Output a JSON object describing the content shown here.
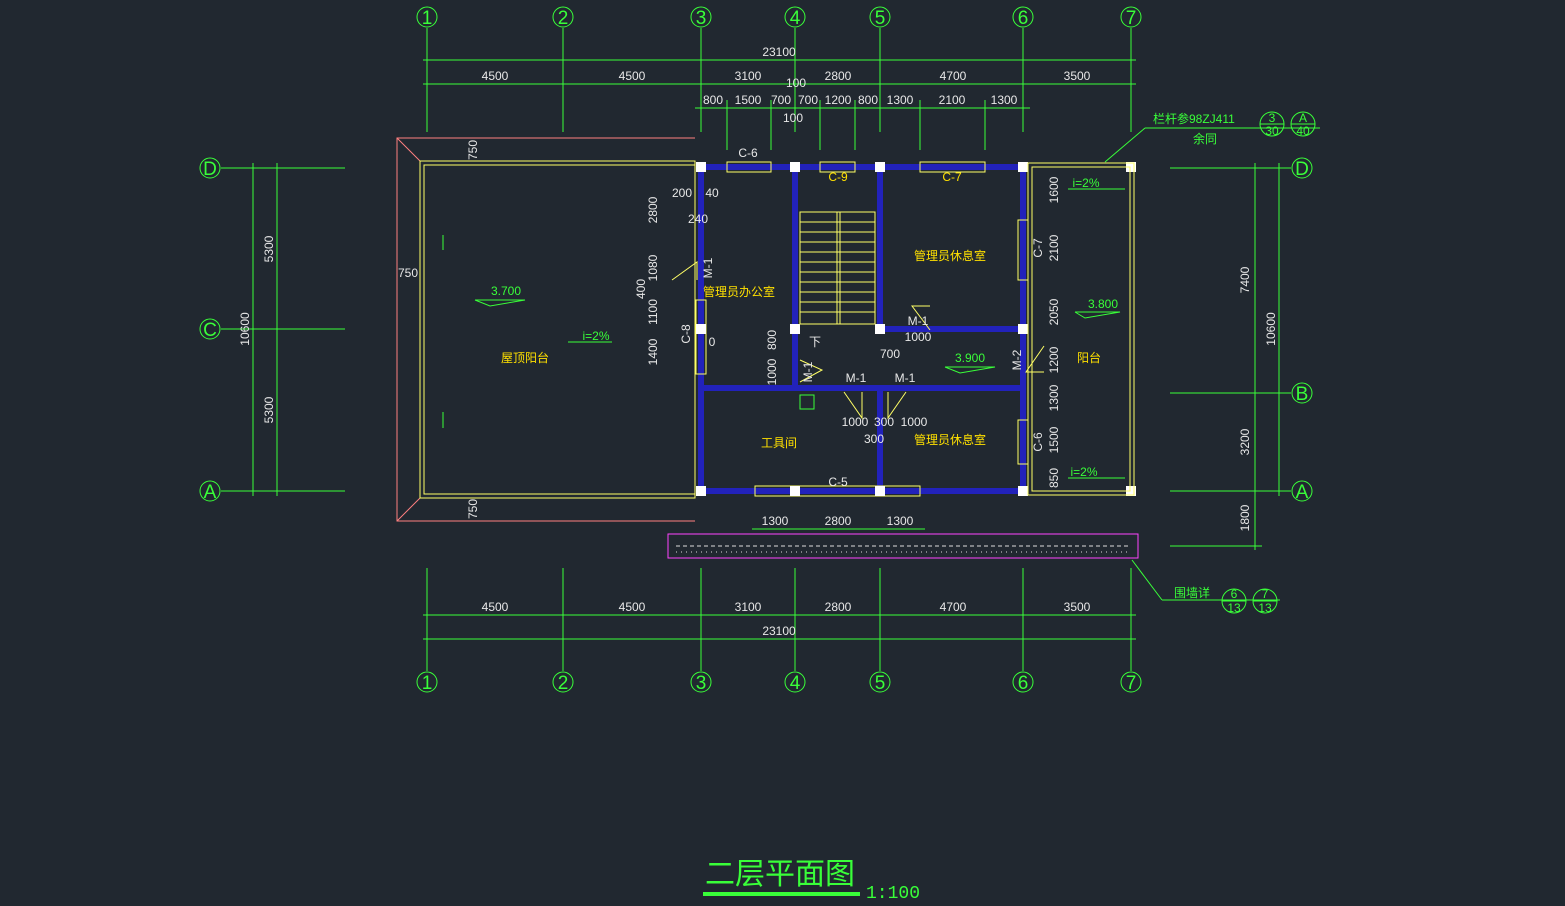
{
  "drawing": {
    "title": "二层平面图",
    "scale": "1:100",
    "axes_x": [
      "1",
      "2",
      "3",
      "4",
      "5",
      "6",
      "7"
    ],
    "axes_y": [
      "D",
      "C",
      "B",
      "A"
    ],
    "dims_top_total": "23100",
    "dims_top_bays": [
      "4500",
      "4500",
      "3100",
      "2800",
      "4700",
      "3500"
    ],
    "dims_top_detail": [
      "800",
      "1500",
      "700",
      "700",
      "1200",
      "800",
      "1300",
      "2100",
      "1300"
    ],
    "dims_top_small": [
      "100",
      "100"
    ],
    "dims_bottom_total": "23100",
    "dims_bottom_bays": [
      "4500",
      "4500",
      "3100",
      "2800",
      "4700",
      "3500"
    ],
    "dims_bottom_detail": [
      "1300",
      "2800",
      "1300"
    ],
    "dims_left": [
      "5300",
      "5300",
      "10600"
    ],
    "dims_right": [
      "7400",
      "3200",
      "10600",
      "1800"
    ],
    "dims_misc": [
      "750",
      "750",
      "750",
      "2800",
      "200",
      "40",
      "240",
      "1080",
      "400",
      "1100",
      "1400",
      "0",
      "800",
      "1000",
      "700",
      "1000",
      "1600",
      "2100",
      "2050",
      "1200",
      "1300",
      "1500",
      "850",
      "1000",
      "300",
      "1000",
      "300"
    ],
    "rooms": {
      "roof_terrace": "屋顶阳台",
      "office": "管理员办公室",
      "rest_room_upper": "管理员休息室",
      "rest_room_lower": "管理员休息室",
      "tool_room": "工具间",
      "balcony": "阳台",
      "down": "下"
    },
    "levels": [
      "3.700",
      "3.800",
      "3.900"
    ],
    "slopes": [
      "i=2%",
      "i=2%",
      "i=2%"
    ],
    "windows": [
      "C-6",
      "C-9",
      "C-7",
      "C-7",
      "C-8",
      "C-6",
      "C-5"
    ],
    "doors": [
      "M-1",
      "M-1",
      "M-1",
      "M-1",
      "M-1",
      "M-2"
    ],
    "notes": {
      "railing": "栏杆参98ZJ411",
      "railing_sub": "余同",
      "railing_ref1_top": "3",
      "railing_ref1_bottom": "30",
      "railing_ref2_top": "A",
      "railing_ref2_bottom": "40",
      "parapet": "围墙详",
      "parapet_ref1_top": "6",
      "parapet_ref1_bottom": "13",
      "parapet_ref2_top": "7",
      "parapet_ref2_bottom": "13"
    }
  },
  "colors": {
    "background": "#212830",
    "dimension": "#39ff39",
    "wall": "#2222bb",
    "window": "#ffff66",
    "column": "#ffffff",
    "parapet": "#ff44ff"
  }
}
